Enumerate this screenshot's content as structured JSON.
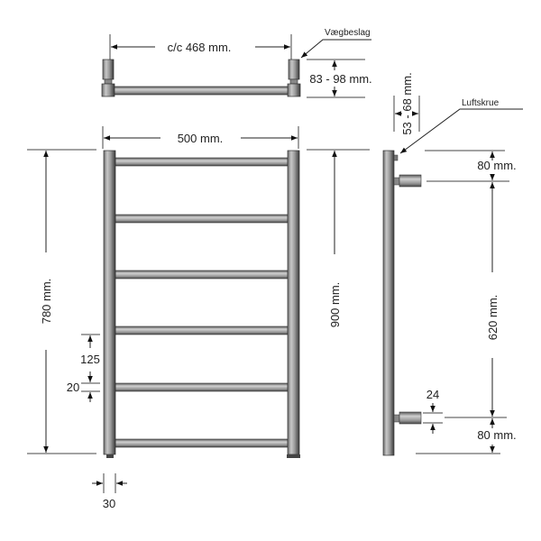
{
  "top_view": {
    "cc_width": "c/c 468 mm.",
    "bracket_label": "Vægbeslag",
    "depth_range": "83 - 98 mm."
  },
  "front_view": {
    "width": "500 mm.",
    "height_inner": "780 mm.",
    "height_total": "900 mm.",
    "rail_spacing": "125",
    "rail_diameter": "20",
    "post_width": "30",
    "rail_count": 6
  },
  "side_view": {
    "wall_distance": "53 - 68 mm.",
    "air_vent_label": "Luftskrue",
    "top_offset": "80 mm.",
    "bracket_spacing": "620 mm.",
    "bottom_offset": "80 mm.",
    "bracket_diameter": "24"
  }
}
